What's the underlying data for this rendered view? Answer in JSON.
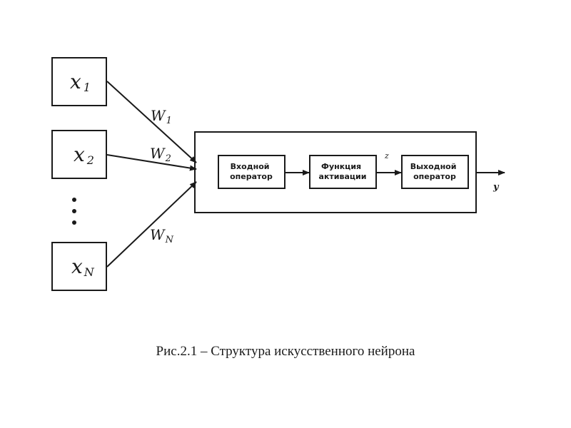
{
  "diagram": {
    "inputs": [
      {
        "symbol": "x",
        "subscript": "1",
        "weight_symbol": "W",
        "weight_subscript": "1"
      },
      {
        "symbol": "x",
        "subscript": "2",
        "weight_symbol": "W",
        "weight_subscript": "2"
      },
      {
        "symbol": "x",
        "subscript": "N",
        "weight_symbol": "W",
        "weight_subscript": "N"
      }
    ],
    "blocks": {
      "input_operator": [
        "Входной",
        "оператор"
      ],
      "activation_function": [
        "Функция",
        "активации"
      ],
      "output_operator": [
        "Выходной",
        "оператор"
      ]
    },
    "signals": {
      "z": "z",
      "y": "y"
    }
  },
  "caption": "Рис.2.1 – Структура искусственного нейрона",
  "colors": {
    "stroke": "#1a1a1a",
    "background": "#ffffff"
  }
}
